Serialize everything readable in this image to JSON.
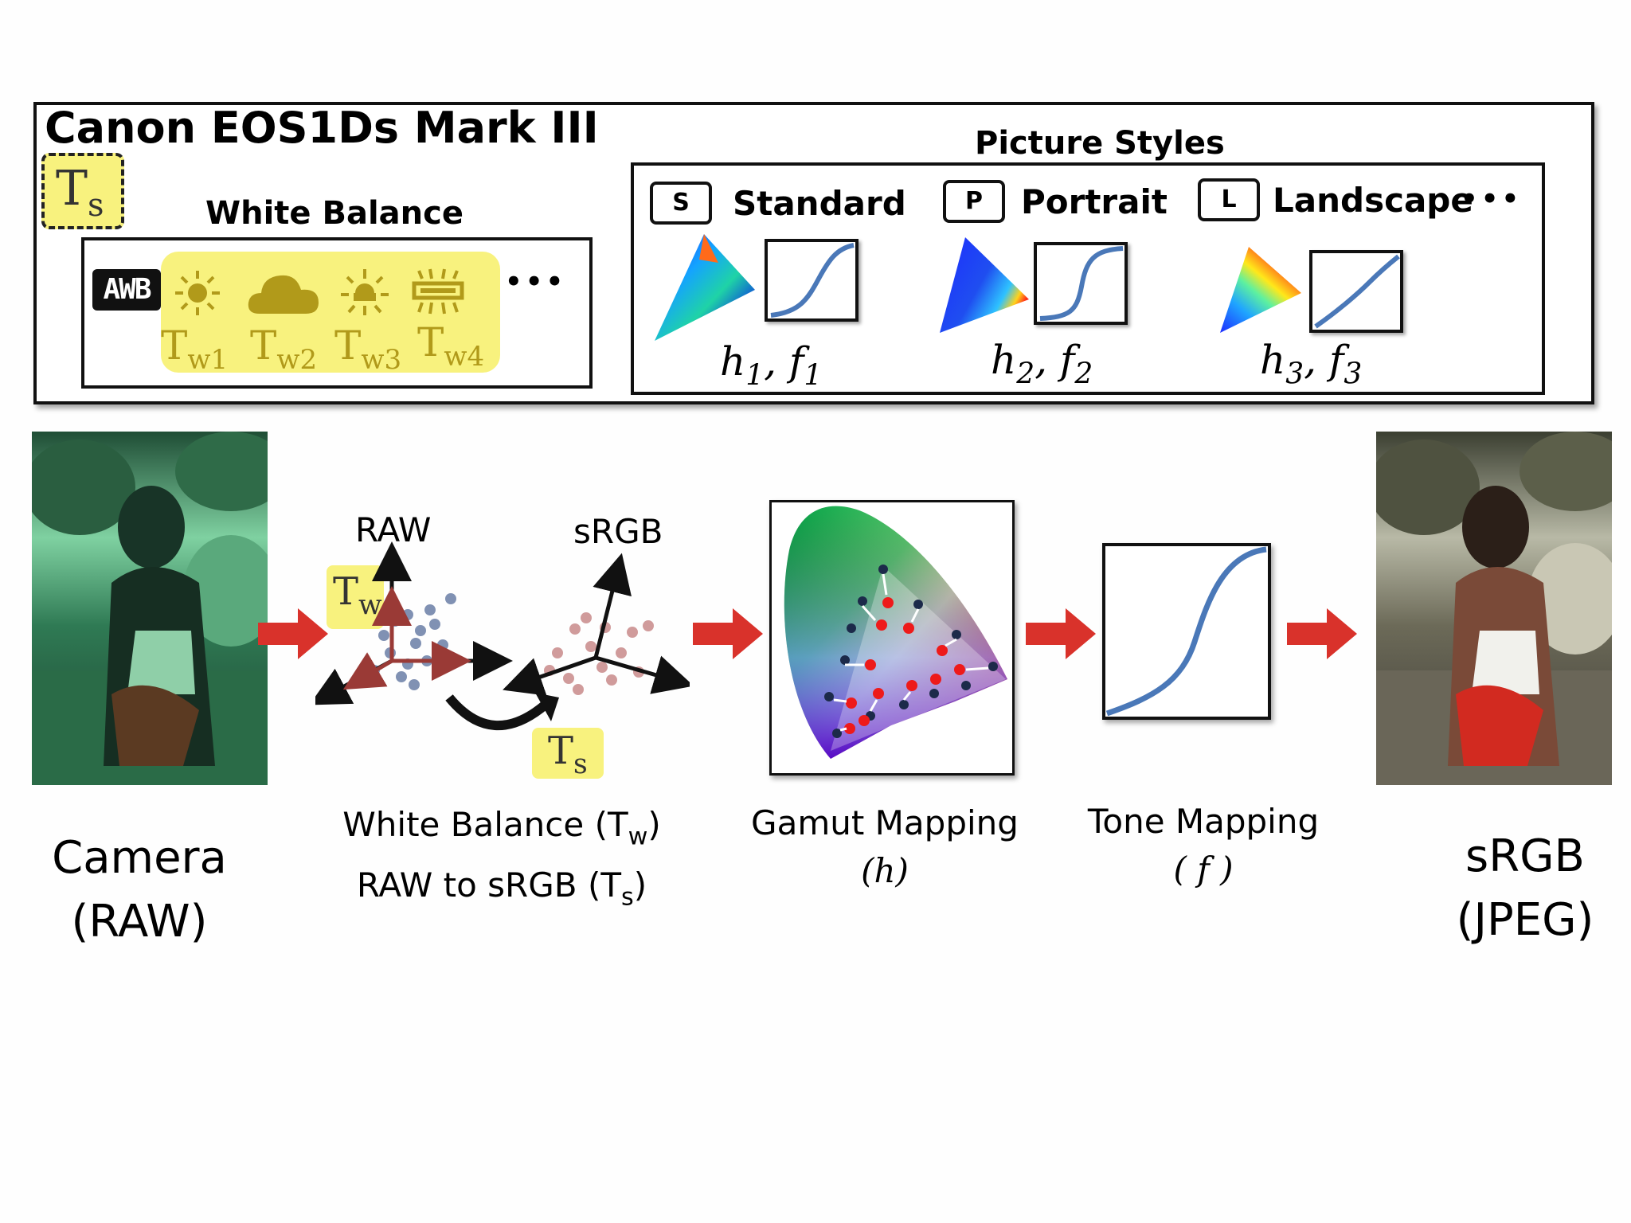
{
  "camera_panel": {
    "title": "Canon EOS1Ds Mark III",
    "ts_label": "T",
    "ts_sub": "s",
    "white_balance": {
      "heading": "White Balance",
      "awb": "AWB",
      "presets": [
        {
          "icon": "sun-icon",
          "label": "T",
          "sub": "w1"
        },
        {
          "icon": "cloud-icon",
          "label": "T",
          "sub": "w2"
        },
        {
          "icon": "tungsten-icon",
          "label": "T",
          "sub": "w3"
        },
        {
          "icon": "fluorescent-icon",
          "label": "T",
          "sub": "w4"
        }
      ],
      "more": "•••"
    },
    "picture_styles": {
      "heading": "Picture Styles",
      "styles": [
        {
          "badge": "S",
          "name": "Standard",
          "h": "h",
          "h_sub": "1",
          "f": "f",
          "f_sub": "1"
        },
        {
          "badge": "P",
          "name": "Portrait",
          "h": "h",
          "h_sub": "2",
          "f": "f",
          "f_sub": "2"
        },
        {
          "badge": "L",
          "name": "Landscape",
          "h": "h",
          "h_sub": "3",
          "f": "f",
          "f_sub": "3"
        }
      ],
      "more": "•••"
    }
  },
  "pipeline": {
    "camera_label_1": "Camera",
    "camera_label_2": "(RAW)",
    "raw_axis": "RAW",
    "srgb_axis": "sRGB",
    "tw_label": "T",
    "tw_sub": "w",
    "ts_label": "T",
    "ts_sub": "s",
    "wb_caption_1": "White Balance (T",
    "wb_caption_1_sub": "w",
    "wb_caption_1_end": ")",
    "wb_caption_2": "RAW to sRGB (T",
    "wb_caption_2_sub": "s",
    "wb_caption_2_end": ")",
    "gamut_caption_1": "Gamut Mapping",
    "gamut_caption_2": "(h)",
    "tone_caption_1": "Tone Mapping",
    "tone_caption_2": "( f )",
    "srgb_label_1": "sRGB",
    "srgb_label_2": "(JPEG)"
  },
  "colors": {
    "highlight": "#f8f27e",
    "arrow_red": "#d9322b",
    "curve_blue": "#4a78b8",
    "raw_green": "#3f8a5f",
    "wb_dark": "#b19a1a"
  }
}
